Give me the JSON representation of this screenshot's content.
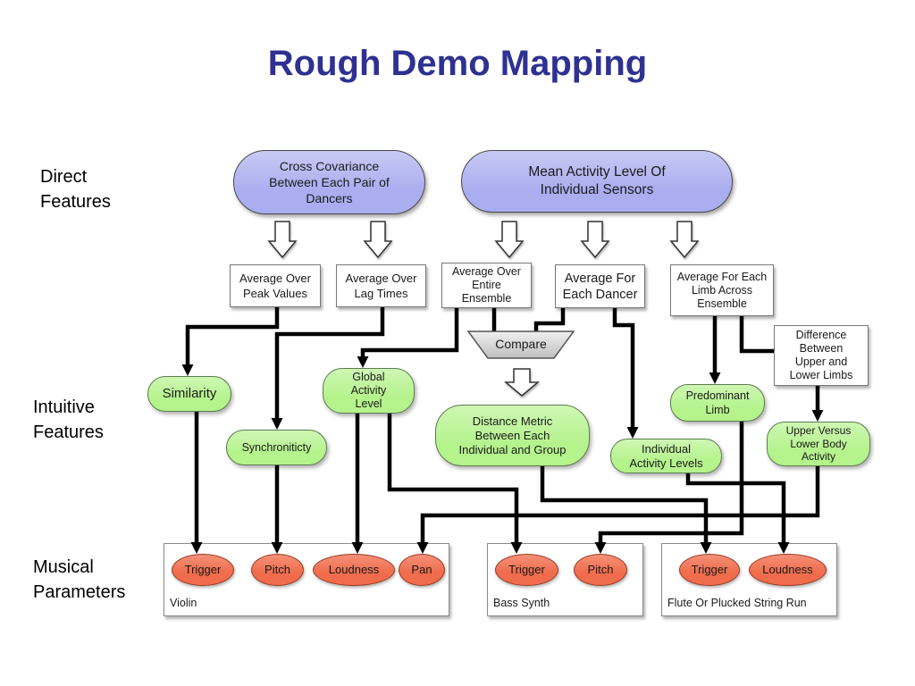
{
  "title": "Rough Demo Mapping",
  "row_labels": {
    "direct": [
      "Direct",
      "Features"
    ],
    "intuitive": [
      "Intuitive",
      "Features"
    ],
    "musical": [
      "Musical",
      "Parameters"
    ]
  },
  "direct_features": {
    "cross_covariance": [
      "Cross Covariance",
      "Between Each Pair of",
      "Dancers"
    ],
    "mean_activity_level": [
      "Mean Activity Level Of",
      "Individual Sensors"
    ]
  },
  "aggregations": {
    "average_over_peak_values": [
      "Average Over",
      "Peak Values"
    ],
    "average_over_lag_times": [
      "Average Over",
      "Lag Times"
    ],
    "average_over_entire_ensemble": [
      "Average Over",
      "Entire",
      "Ensemble"
    ],
    "average_for_each_dancer": [
      "Average For",
      "Each Dancer"
    ],
    "average_for_each_limb": [
      "Average For Each",
      "Limb Across",
      "Ensemble"
    ],
    "difference_upper_lower": [
      "Difference",
      "Between",
      "Upper and",
      "Lower Limbs"
    ],
    "compare": "Compare"
  },
  "intuitive_features": {
    "similarity": "Similarity",
    "global_activity_level": [
      "Global",
      "Activity",
      "Level"
    ],
    "synchronicity": "Synchroniticty",
    "distance_metric": [
      "Distance Metric",
      "Between Each",
      "Individual and Group"
    ],
    "individual_activity_levels": [
      "Individual",
      "Activity Levels"
    ],
    "predominant_limb": [
      "Predominant",
      "Limb"
    ],
    "upper_versus_lower": [
      "Upper Versus",
      "Lower Body",
      "Activity"
    ]
  },
  "instruments": [
    {
      "name": "Violin",
      "parameters": [
        "Trigger",
        "Pitch",
        "Loudness",
        "Pan"
      ]
    },
    {
      "name": "Bass Synth",
      "parameters": [
        "Trigger",
        "Pitch"
      ]
    },
    {
      "name": "Flute Or Plucked String Run",
      "parameters": [
        "Trigger",
        "Loudness"
      ]
    }
  ],
  "colors": {
    "title_text": "#2e3192",
    "direct_feature": "#aaadef",
    "intuitive_feature": "#b5f38d",
    "musical_parameter": "#f06c4c"
  }
}
